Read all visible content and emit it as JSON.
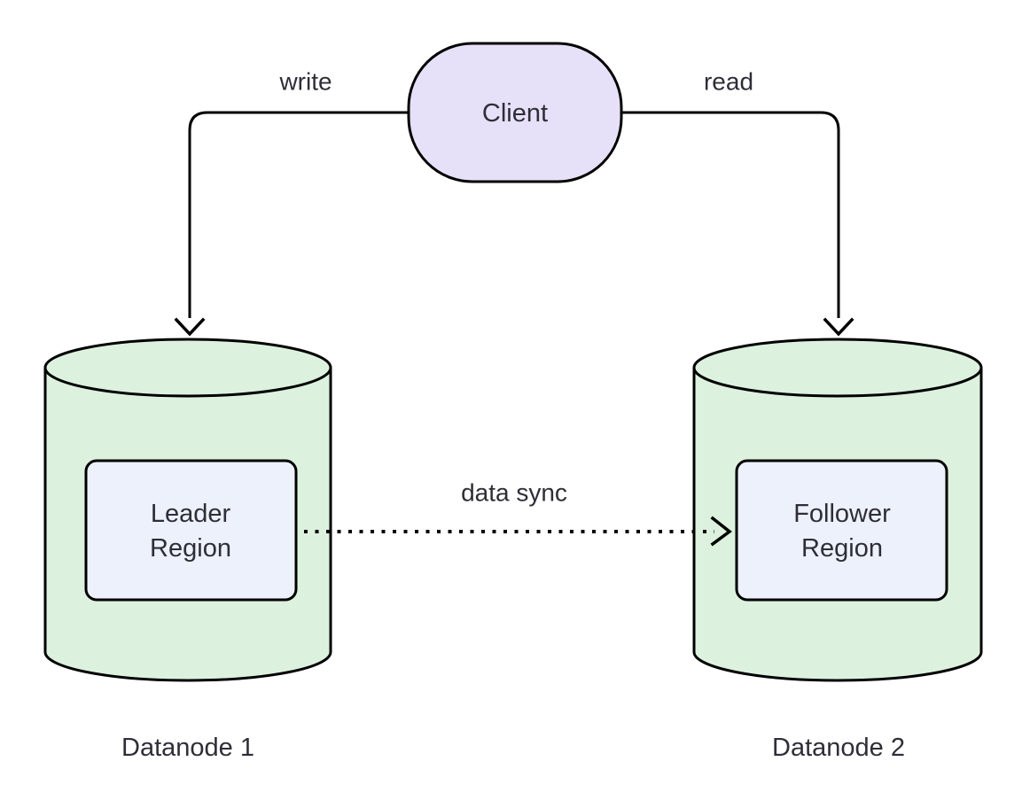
{
  "nodes": {
    "client": {
      "label": "Client"
    },
    "leader_region": {
      "lines": [
        "Leader",
        "Region"
      ]
    },
    "follower_region": {
      "lines": [
        "Follower",
        "Region"
      ]
    }
  },
  "captions": {
    "datanode1": "Datanode 1",
    "datanode2": "Datanode 2"
  },
  "edges": {
    "write": {
      "label": "write"
    },
    "read": {
      "label": "read"
    },
    "sync": {
      "label": "data sync"
    }
  },
  "colors": {
    "client_fill": "#e6e0f8",
    "cylinder_fill": "#dcf1de",
    "region_fill": "#edf1fb",
    "stroke": "#000000",
    "text": "#2e2e38",
    "background": "#ffffff"
  }
}
